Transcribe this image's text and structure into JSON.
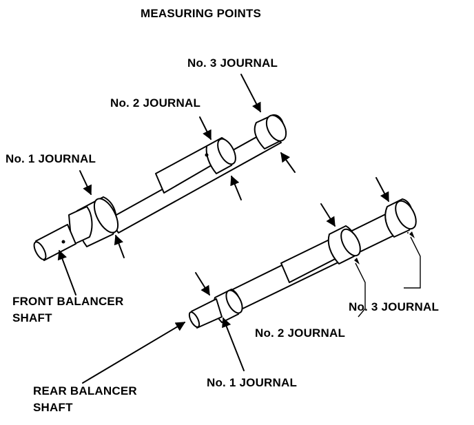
{
  "title": "MEASURING POINTS",
  "front_shaft": {
    "name_line1": "FRONT BALANCER",
    "name_line2": "SHAFT",
    "journal_1": "No. 1 JOURNAL",
    "journal_2": "No. 2 JOURNAL",
    "journal_3": "No. 3 JOURNAL"
  },
  "rear_shaft": {
    "name_line1": "REAR BALANCER",
    "name_line2": "SHAFT",
    "journal_1": "No. 1 JOURNAL",
    "journal_2": "No. 2 JOURNAL",
    "journal_3": "No. 3 JOURNAL"
  }
}
